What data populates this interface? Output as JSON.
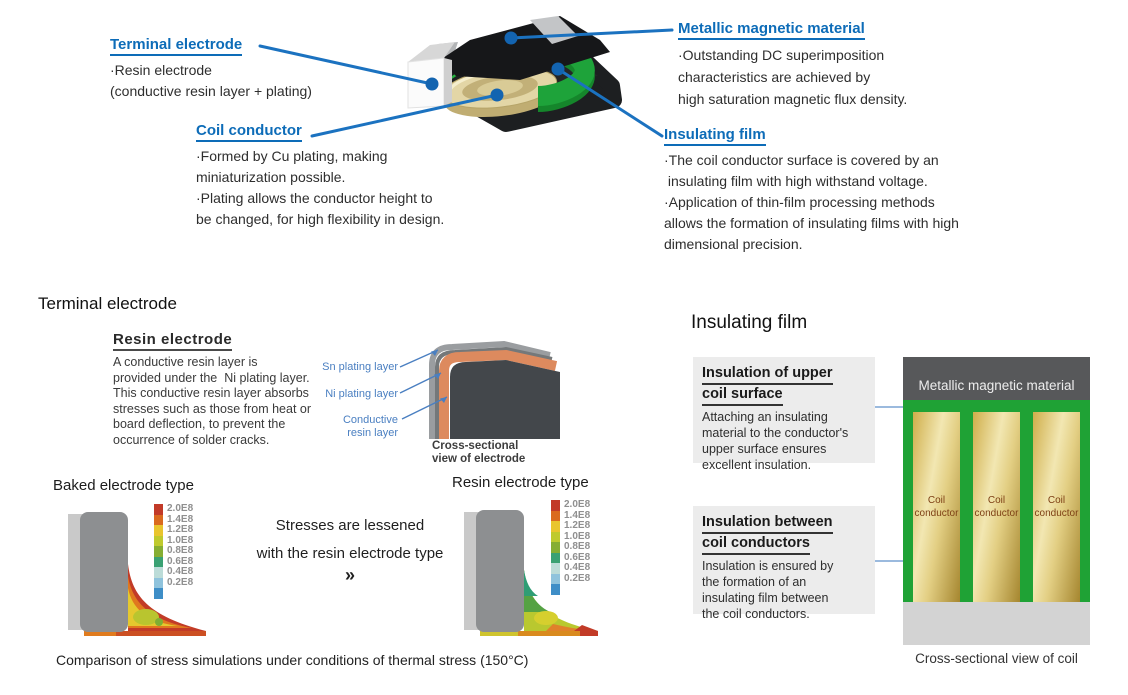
{
  "top": {
    "terminal": {
      "title": "Terminal electrode",
      "lines": [
        "·Resin electrode",
        "(conductive resin layer + plating)"
      ]
    },
    "coil": {
      "title": "Coil conductor",
      "lines": [
        "·Formed by Cu plating, making",
        "miniaturization possible.",
        "·Plating allows the conductor height to",
        "be changed, for high flexibility in design."
      ]
    },
    "metallic": {
      "title": "Metallic magnetic material",
      "lines": [
        "·Outstanding DC superimposition",
        "characteristics are achieved by",
        "high saturation magnetic flux density."
      ]
    },
    "insulating": {
      "title": "Insulating film",
      "lines": [
        "·The coil conductor surface is covered by an",
        " insulating film with high withstand voltage.",
        "·Application of thin-film processing methods",
        "allows the formation of insulating films with high",
        "dimensional precision."
      ]
    }
  },
  "terminal_section": {
    "heading": "Terminal electrode",
    "resin_title": "Resin electrode",
    "resin_body": [
      "A conductive resin layer is",
      "provided under the  Ni plating layer.",
      "This conductive resin layer absorbs",
      "stresses such as those from heat or",
      "board deflection, to prevent the",
      "occurrence of solder cracks."
    ],
    "layers": {
      "sn": "Sn plating layer",
      "ni": "Ni plating layer",
      "resin1": "Conductive",
      "resin2": "resin layer"
    },
    "electrode_caption": [
      "Cross-sectional",
      "view of electrode"
    ],
    "baked_title": "Baked electrode type",
    "resin_type_title": "Resin electrode type",
    "middle_lines": [
      "Stresses are lessened",
      "with the resin electrode type"
    ],
    "chevron": "»",
    "scale_labels": [
      "2.0E8",
      "1.4E8",
      "1.2E8",
      "1.0E8",
      "0.8E8",
      "0.6E8",
      "0.4E8",
      "0.2E8"
    ],
    "scale_colors": [
      "#c23a28",
      "#da6a1e",
      "#e9c52e",
      "#bfca2e",
      "#86ae33",
      "#3aa173",
      "#bcdcd8",
      "#8fc3dc",
      "#3e8ec7"
    ],
    "caption": "Comparison of stress simulations under conditions of thermal stress (150°C)"
  },
  "insulating_section": {
    "heading": "Insulating film",
    "box1": {
      "title_lines": [
        "Insulation of upper",
        "coil surface"
      ],
      "body": [
        "Attaching an insulating",
        "material to the conductor's",
        "upper surface ensures",
        "excellent insulation."
      ]
    },
    "box2": {
      "title_lines": [
        "Insulation between",
        "coil conductors"
      ],
      "body": [
        "Insulation is ensured by",
        "the formation of an",
        "insulating film between",
        "the coil conductors."
      ]
    },
    "diagram": {
      "header": "Metallic magnetic material",
      "col_line1": "Coil",
      "col_line2": "conductor",
      "columns": 3,
      "caption": "Cross-sectional view of coil"
    }
  },
  "colors": {
    "accent_blue": "#0d6cb8",
    "connector_blue": "#1b72c0",
    "film_green": "#1fa235"
  }
}
